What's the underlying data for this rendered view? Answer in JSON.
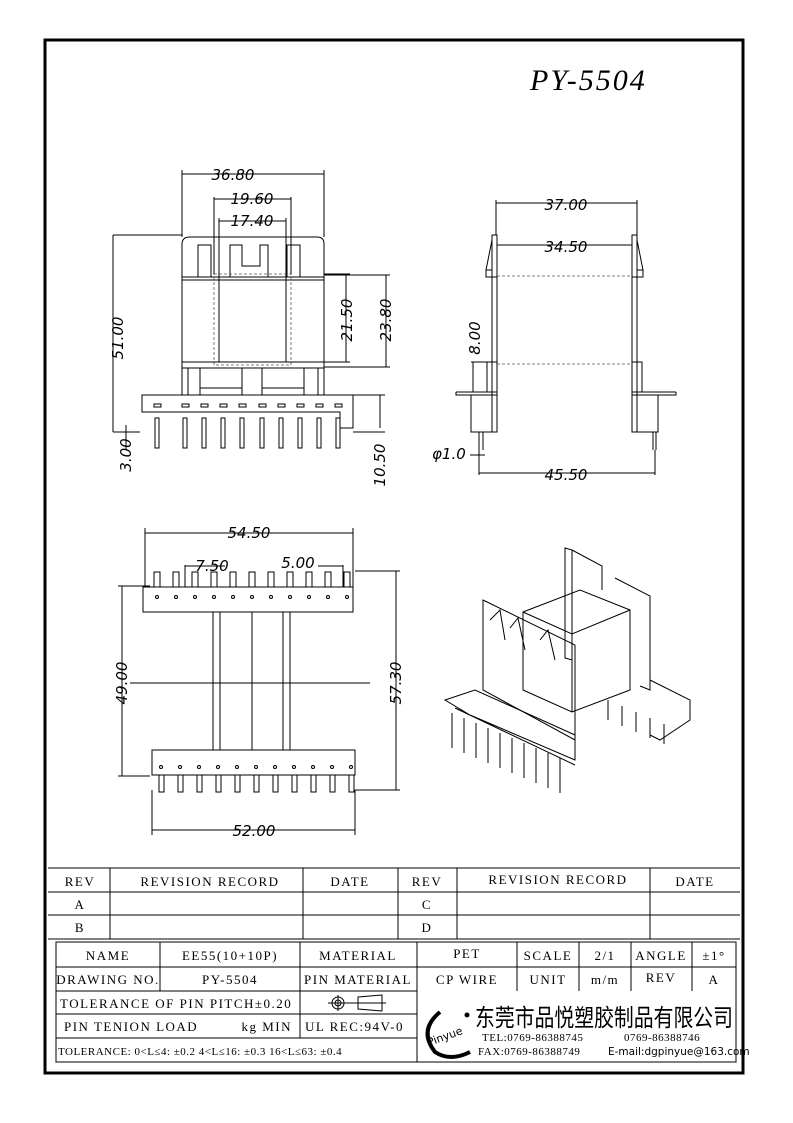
{
  "title": "PY-5504",
  "front_view": {
    "width_overall": "36.80",
    "width_mid": "19.60",
    "width_inner": "17.40",
    "height_total": "51.00",
    "height_window": "21.50",
    "height_outer": "23.80",
    "base_offset": "3.00",
    "base_height": "10.50"
  },
  "side_view": {
    "flange_outer": "37.00",
    "flange_inner": "34.50",
    "flange_step": "8.00",
    "pin_diameter": "φ1.0",
    "pin_span": "45.50"
  },
  "bottom_view": {
    "rail_width": "54.50",
    "pitch_a": "7.50",
    "pitch_b": "5.00",
    "row_span": "49.00",
    "overall_depth": "57.30",
    "bottom_width": "52.00"
  },
  "revision_table": {
    "headers": [
      "REV",
      "REVISION RECORD",
      "DATE",
      "REV",
      "REVISION RECORD",
      "DATE"
    ],
    "rows": [
      [
        "A",
        "",
        "",
        "C",
        "",
        ""
      ],
      [
        "B",
        "",
        "",
        "D",
        "",
        ""
      ]
    ]
  },
  "info": {
    "name_label": "NAME",
    "name_value": "EE55(10+10P)",
    "material_label": "MATERIAL",
    "material_value": "PET",
    "scale_label": "SCALE",
    "scale_value": "2/1",
    "angle_label": "ANGLE",
    "angle_value": "±1°",
    "drawing_no_label": "DRAWING NO.",
    "drawing_no_value": "PY-5504",
    "pin_material_label": "PIN MATERIAL",
    "pin_material_value": "CP WIRE",
    "unit_label": "UNIT",
    "unit_value": "m/m",
    "rev_label": "REV",
    "rev_value": "A",
    "pin_pitch_tol": "TOLERANCE OF PIN PITCH±0.20",
    "pin_load": "PIN TENION LOAD",
    "pin_load_unit": "kg MIN",
    "ul": "UL REC:94V-0",
    "tolerance": "TOLERANCE: 0<L≤4: ±0.2   4<L≤16: ±0.3   16<L≤63: ±0.4"
  },
  "company": {
    "logo_text": "Pinyue",
    "name_cn": "东莞市品悦塑胶制品有限公司",
    "tel1": "TEL:0769-86388745",
    "tel2": "0769-86388746",
    "fax": "FAX:0769-86388749",
    "email": "E-mail:dgpinyue@163.com"
  }
}
